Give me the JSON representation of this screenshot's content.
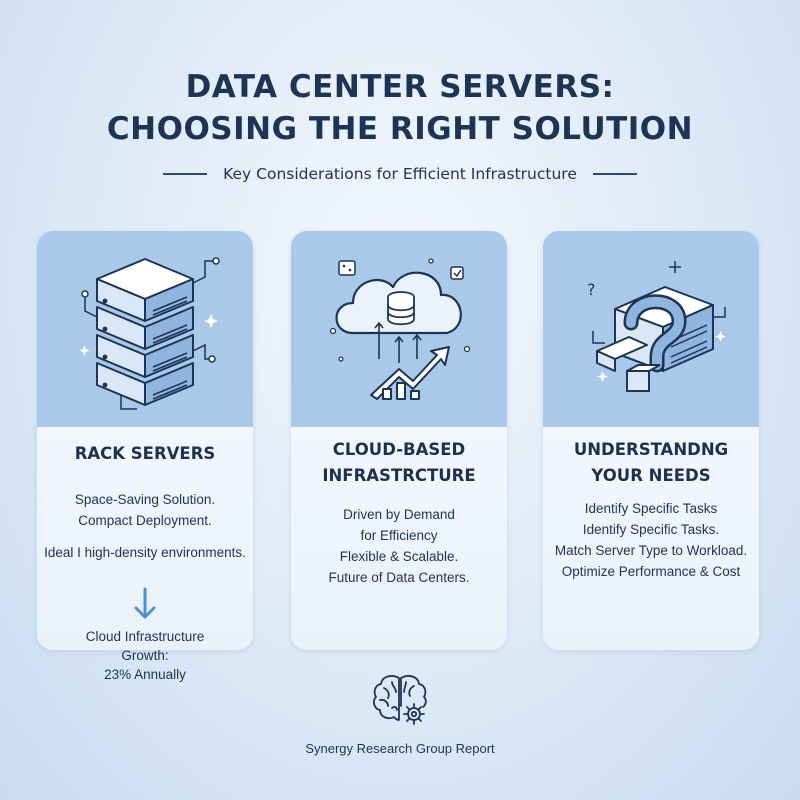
{
  "title": {
    "line1": "DATA CENTER SERVERS:",
    "line2": "CHOOSING THE RIGHT SOLUTION"
  },
  "subtitle": "Key Considerations for Efficient Infrastructure",
  "cards": [
    {
      "icon": "server-rack-icon",
      "title": [
        "RACK SERVERS"
      ],
      "points": [
        "Space-Saving Solution.",
        "Compact Deployment.",
        "Ideal I high-density environments."
      ],
      "arrow_icon": "arrow-down-icon",
      "stat": [
        "Cloud Infrastructure",
        "Growth:",
        "23% Annually"
      ]
    },
    {
      "icon": "cloud-database-icon",
      "title": [
        "CLOUD-BASED",
        "INFRASTRCTURE"
      ],
      "points": [
        "Driven by Demand",
        "for Efficiency",
        "Flexible & Scalable.",
        "Future of Data Centers."
      ]
    },
    {
      "icon": "server-question-icon",
      "title": [
        "UNDERSTANDNG",
        "YOUR NEEDS"
      ],
      "points": [
        "Identify Specific Tasks",
        "Identify Specific Tasks.",
        "Match Server Type to Workload.",
        "Optimize Performance & Cost"
      ]
    }
  ],
  "footer": {
    "icon": "brain-gear-icon",
    "source": "Synergy Research Group Report"
  },
  "colors": {
    "accent": "#4a90d9",
    "card_top": "#aac9ea",
    "text": "#1f3450"
  }
}
